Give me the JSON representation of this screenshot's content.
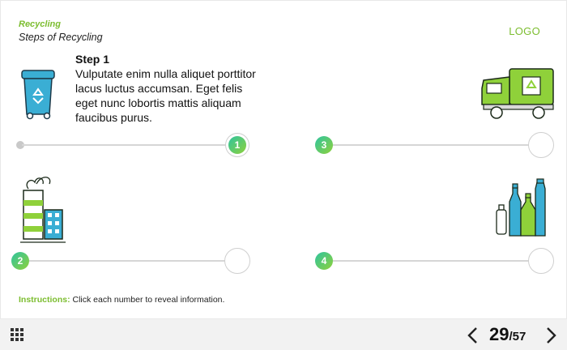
{
  "header": {
    "course_title": "Recycling",
    "slide_title": "Steps of Recycling",
    "logo": "LOGO"
  },
  "step": {
    "heading": "Step 1",
    "body": "Vulputate enim nulla aliquet porttitor lacus luctus accumsan. Eget felis eget nunc lobortis mattis aliquam faucibus purus."
  },
  "markers": [
    {
      "number": "1",
      "state": "active"
    },
    {
      "number": "2",
      "state": "inactive"
    },
    {
      "number": "3",
      "state": "inactive"
    },
    {
      "number": "4",
      "state": "inactive"
    }
  ],
  "instructions": {
    "label": "Instructions:",
    "text": "Click each number to reveal information."
  },
  "footer": {
    "current_page": "29",
    "total_pages": "/57"
  },
  "icons": {
    "bin": "recycle-bin-icon",
    "truck": "recycling-truck-icon",
    "factory": "factory-icon",
    "bottles": "bottles-icon",
    "menu": "grid-menu-icon",
    "prev": "chevron-left-icon",
    "next": "chevron-right-icon"
  },
  "colors": {
    "accent": "#7cbd2f",
    "teal": "#2ec4a0",
    "track": "#d6d6d6"
  }
}
